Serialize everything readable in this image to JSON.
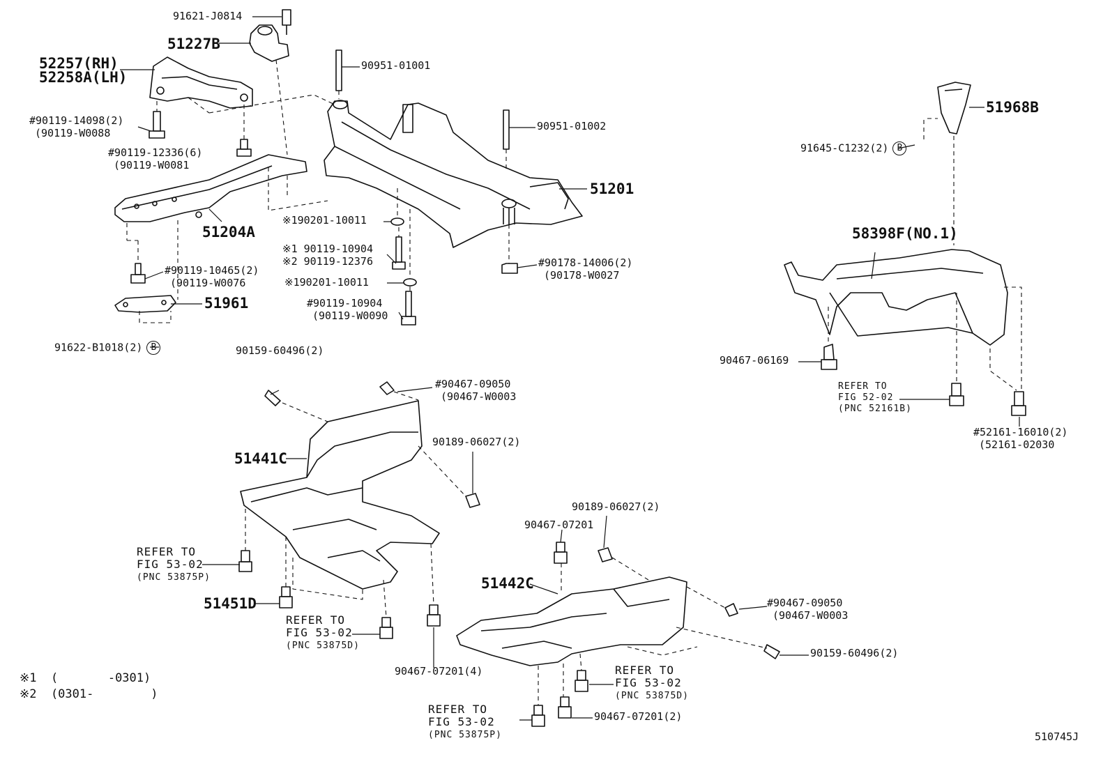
{
  "labels": {
    "p91621": "91621-J0814",
    "p51227b": "51227B",
    "p52257": "52257(RH)",
    "p52258": "52258A(LH)",
    "p90951a": "90951-01001",
    "p90119_14098": "#90119-14098(2)",
    "p90119_w0088": "(90119-W0088",
    "p90119_12336": "#90119-12336(6)",
    "p90119_w0081": "(90119-W0081",
    "p90951b": "90951-01002",
    "p51201": "51201",
    "p90201a": "※190201-10011",
    "p51204a": "51204A",
    "p90119_10904a": "※1 90119-10904",
    "p90119_12376": "※2 90119-12376",
    "p90119_10465": "#90119-10465(2)",
    "p90119_w0076": "(90119-W0076",
    "p90178_14006": "#90178-14006(2)",
    "p90178_w0027": "(90178-W0027",
    "p90201b": "※190201-10011",
    "p51961": "51961",
    "p90119_10904b": "#90119-10904",
    "p90119_w0090": "(90119-W0090",
    "p91622": "91622-B1018(2)",
    "p51968b": "51968B",
    "p91645": "91645-C1232(2)",
    "p58398f": "58398F(NO.1)",
    "p90467_06169": "90467-06169",
    "ref52_1": "REFER TO",
    "ref52_2": "FIG 52-02",
    "ref52_3": "(PNC 52161B)",
    "p52161_16010": "#52161-16010(2)",
    "p52161_02030": "(52161-02030",
    "p90159a": "90159-60496(2)",
    "p90467_09050a": "#90467-09050",
    "p90467_w0003a": "(90467-W0003",
    "p51441c": "51441C",
    "p90189a": "90189-06027(2)",
    "refa_1": "REFER TO",
    "refa_2": "FIG 53-02",
    "refa_3": "(PNC 53875P)",
    "p51451d": "51451D",
    "refb_1": "REFER TO",
    "refb_2": "FIG 53-02",
    "refb_3": "(PNC 53875D)",
    "p90467_07201_4": "90467-07201(4)",
    "p90189b": "90189-06027(2)",
    "p90467_07201": "90467-07201",
    "p51442c": "51442C",
    "p90467_09050b": "#90467-09050",
    "p90467_w0003b": "(90467-W0003",
    "p90159b": "90159-60496(2)",
    "refc_1": "REFER TO",
    "refc_2": "FIG 53-02",
    "refc_3": "(PNC 53875D)",
    "refd_1": "REFER TO",
    "refd_2": "FIG 53-02",
    "refd_3": "(PNC 53875P)",
    "p90467_07201_2": "90467-07201(2)",
    "note1": "※1  (       -0301)",
    "note2": "※2  (0301-        )",
    "fig_id": "510745J",
    "circle_b": "B"
  }
}
